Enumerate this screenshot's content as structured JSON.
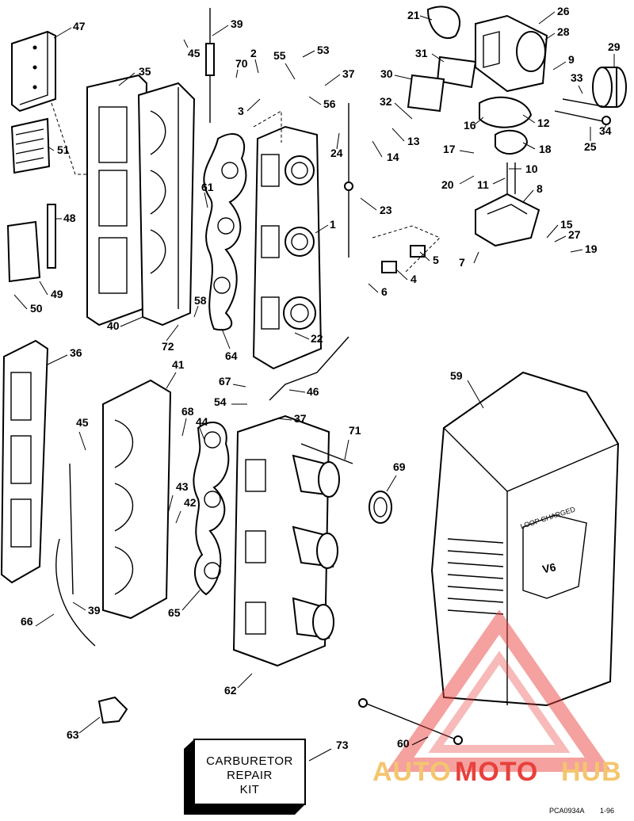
{
  "callouts": [
    "47",
    "39",
    "45",
    "70",
    "2",
    "55",
    "53",
    "37",
    "21",
    "26",
    "28",
    "31",
    "29",
    "9",
    "30",
    "33",
    "32",
    "16",
    "12",
    "34",
    "35",
    "3",
    "56",
    "24",
    "13",
    "14",
    "25",
    "17",
    "18",
    "51",
    "10",
    "20",
    "11",
    "8",
    "61",
    "23",
    "1",
    "48",
    "15",
    "27",
    "5",
    "19",
    "7",
    "4",
    "6",
    "49",
    "58",
    "50",
    "40",
    "72",
    "22",
    "64",
    "36",
    "41",
    "59",
    "67",
    "46",
    "54",
    "37",
    "68",
    "44",
    "71",
    "45",
    "69",
    "43",
    "42",
    "39",
    "65",
    "66",
    "62",
    "63",
    "73",
    "60"
  ],
  "kit_label": [
    "CARBURETOR",
    "REPAIR",
    "KIT"
  ],
  "cover_text": {
    "badge": "V6",
    "small_script": "LOOP CHARGED"
  },
  "watermark": {
    "part1": "AUTO",
    "part2": "MOTO",
    "part3": "HUB",
    "color_light": "#f4c56e",
    "color_red": "#e8403c"
  },
  "drawing_code": "PCA0934A",
  "date_code": "1-96"
}
